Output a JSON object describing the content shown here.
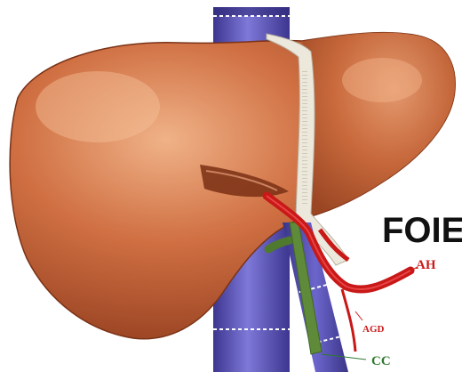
{
  "title": "FOIE",
  "labels": {
    "ah": "AH",
    "agd": "AGD",
    "cc": "CC"
  },
  "colors": {
    "liver": "#c8663a",
    "liver_dark": "#8e3a1c",
    "liver_light": "#e39a6d",
    "vena_cava": "#6b64c8",
    "vena_cava_dark": "#3d3690",
    "portal_vein": "#5b55c0",
    "artery": "#d81c1c",
    "bile_duct": "#5f8a3a",
    "ligament": "#e8e4d8",
    "label_red": "#cc1b1b",
    "label_green": "#2f7a2f"
  }
}
